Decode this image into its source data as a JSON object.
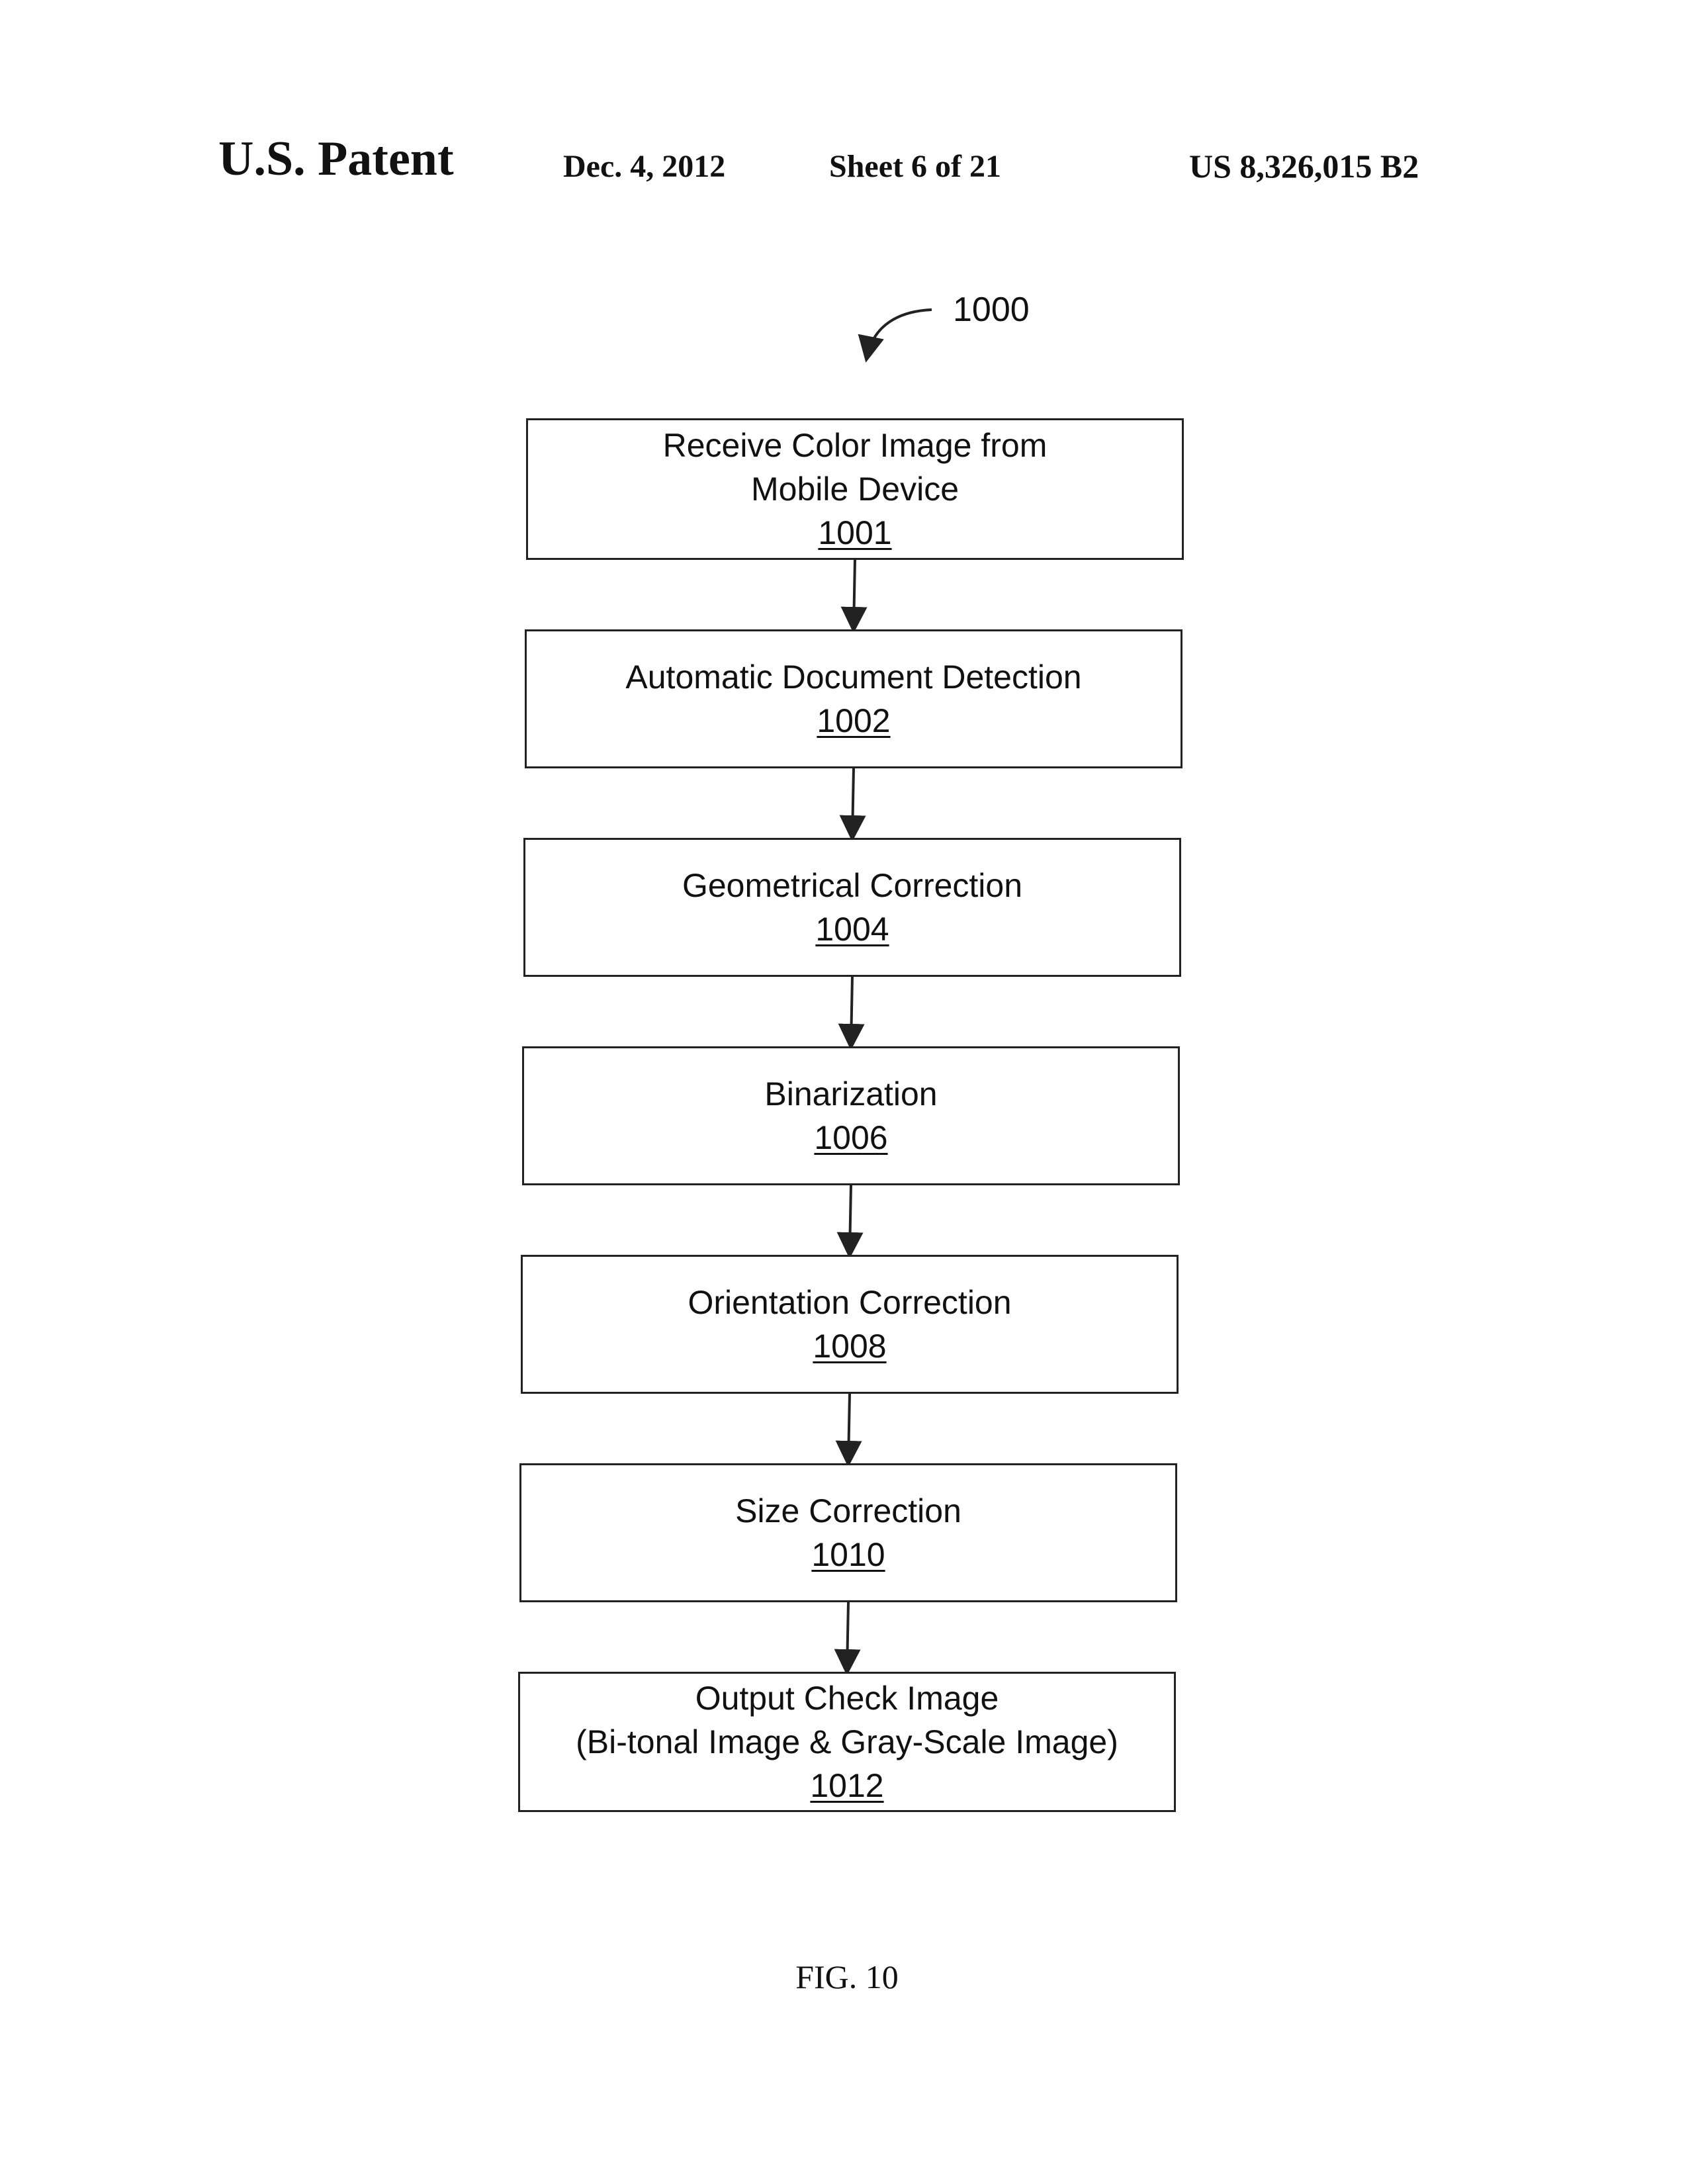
{
  "header": {
    "title": "U.S. Patent",
    "date": "Dec. 4, 2012",
    "sheet": "Sheet 6 of 21",
    "patent_number": "US 8,326,015 B2"
  },
  "diagram": {
    "reference": "1000",
    "steps": [
      {
        "lines": [
          "Receive Color Image from",
          "Mobile Device"
        ],
        "ref": "1001"
      },
      {
        "lines": [
          "Automatic Document Detection"
        ],
        "ref": "1002"
      },
      {
        "lines": [
          "Geometrical Correction"
        ],
        "ref": "1004"
      },
      {
        "lines": [
          "Binarization"
        ],
        "ref": "1006"
      },
      {
        "lines": [
          "Orientation Correction"
        ],
        "ref": "1008"
      },
      {
        "lines": [
          "Size Correction"
        ],
        "ref": "1010"
      },
      {
        "lines": [
          "Output Check Image",
          "(Bi-tonal Image & Gray-Scale Image)"
        ],
        "ref": "1012"
      }
    ]
  },
  "caption": "FIG. 10"
}
